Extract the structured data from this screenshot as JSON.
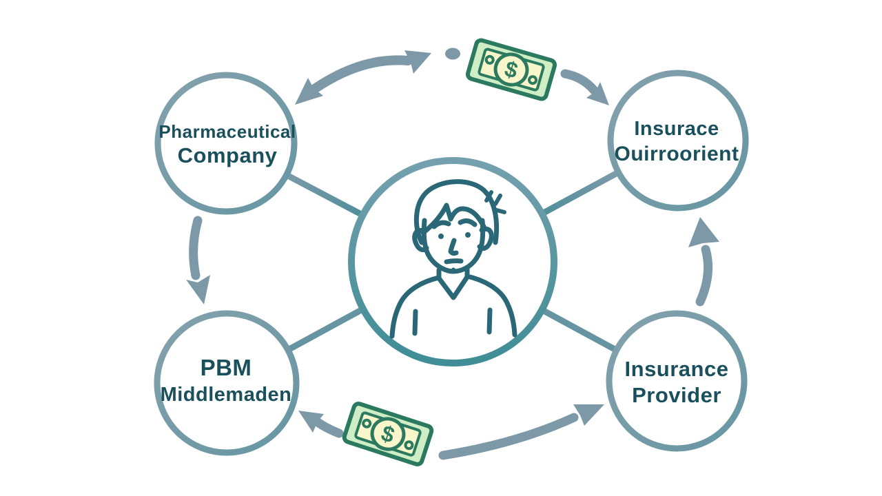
{
  "diagram": {
    "title": "Healthcare money flow diagram with patient in the middle",
    "nodes": {
      "pharma": {
        "line1": "Pharmaceutical",
        "line2": "Company"
      },
      "insurer_top": {
        "line1": "Insurace",
        "line2": "Ouirroorient"
      },
      "pbm": {
        "line1": "PBM",
        "line2": "Middlemaden"
      },
      "insurer_bottom": {
        "line1": "Insurance",
        "line2": "Provider"
      }
    },
    "center": {
      "icon": "worried-person"
    },
    "money": {
      "symbol": "$"
    },
    "icons": [
      "worried-person-icon",
      "dollar-bill-icon",
      "double-headed-arrow-icon",
      "curved-arrow-icon",
      "dot"
    ],
    "colors": {
      "node_stroke": "#7d9aa8",
      "center_stroke_top": "#74a0ae",
      "center_stroke_bottom": "#3f8d96",
      "connector_line": "#6e96a4",
      "arrow": "#7d99a7",
      "label_text": "#1a4f5c",
      "person_stroke": "#2b6877",
      "bill_border": "#2b7a5f",
      "bill_fill": "#cfeec6",
      "bill_inner_fill": "#faf6cb",
      "background": "#ffffff"
    }
  }
}
